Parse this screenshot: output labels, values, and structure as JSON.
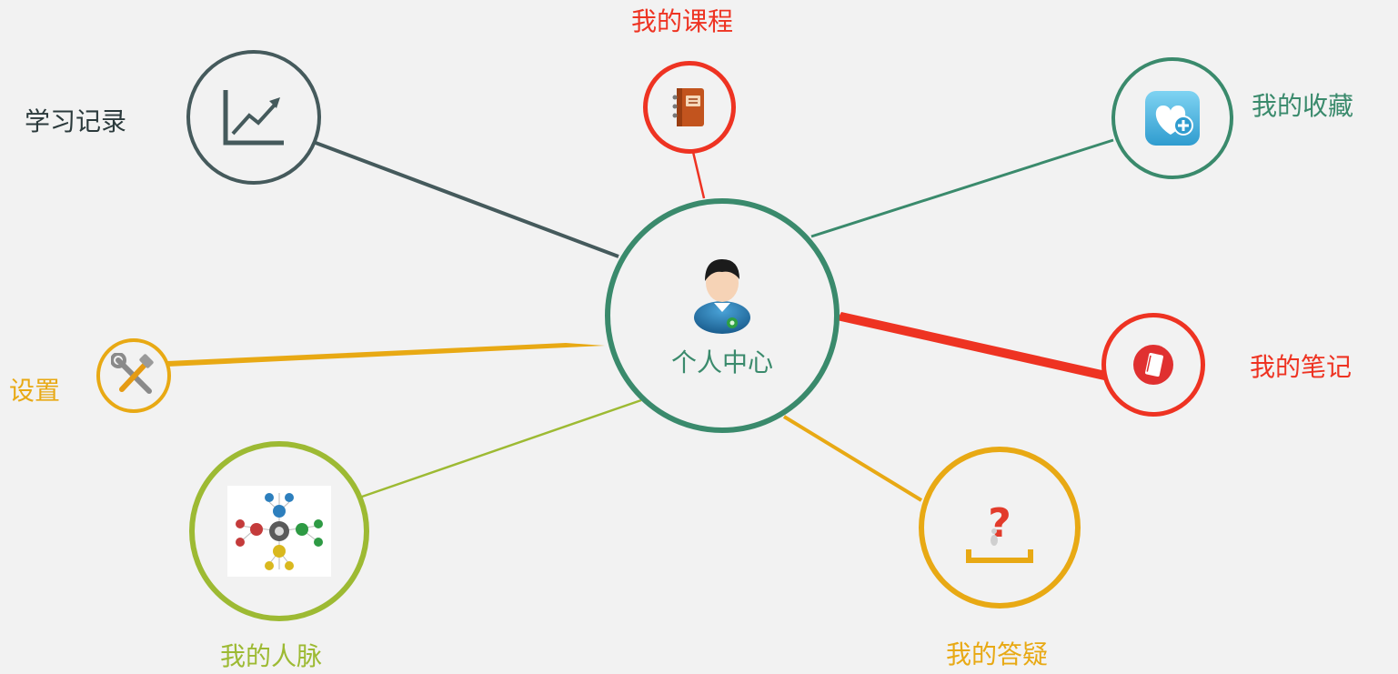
{
  "colors": {
    "background": "#f2f2f2",
    "center": "#3a8a6c",
    "study_records": "#455a5c",
    "courses": "#ee3322",
    "favorites": "#3a8a6c",
    "notes": "#ee3322",
    "settings": "#e8a914",
    "network": "#9dba33",
    "qa": "#e8a914"
  },
  "center": {
    "label": "个人中心",
    "icon": "user-avatar-icon"
  },
  "nodes": {
    "study_records": {
      "label": "学习记录",
      "icon": "trend-chart-icon"
    },
    "courses": {
      "label": "我的课程",
      "icon": "notebook-icon"
    },
    "favorites": {
      "label": "我的收藏",
      "icon": "heart-plus-icon"
    },
    "notes": {
      "label": "我的笔记",
      "icon": "note-icon"
    },
    "settings": {
      "label": "设置",
      "icon": "tools-icon"
    },
    "network": {
      "label": "我的人脉",
      "icon": "contacts-network-icon"
    },
    "qa": {
      "label": "我的答疑",
      "icon": "question-icon"
    }
  }
}
